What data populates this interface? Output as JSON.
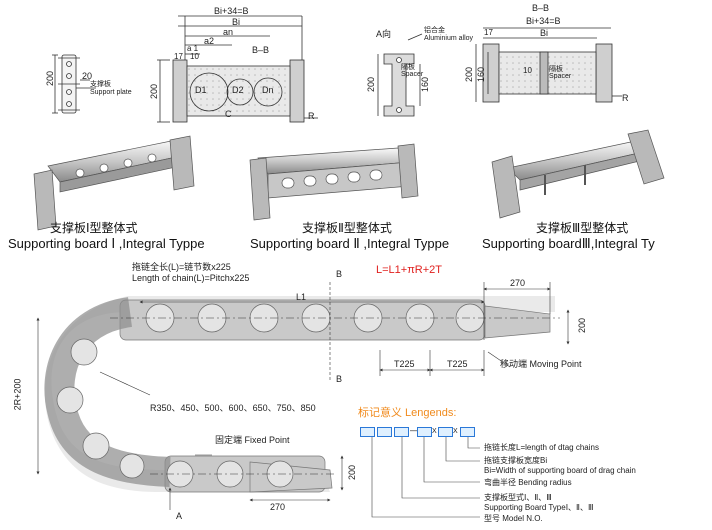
{
  "colors": {
    "formula": "#e0201e",
    "legend_title": "#f08a1c",
    "legend_box": "#2a78d8"
  },
  "top_drawings": {
    "plate": {
      "h": "200",
      "w": "20",
      "cn": "支撑板",
      "en": "Support plate"
    },
    "section": {
      "bi34": "Bi+34=B",
      "bi": "Bi",
      "an": "an",
      "a2": "a2",
      "a1": "a 1",
      "bb": "B–B",
      "d17": "17",
      "d10": "10",
      "h200": "200",
      "d1": "D1",
      "d2": "D2",
      "dn": "Dn",
      "c": "C",
      "r": "R"
    },
    "profile": {
      "a_dir": "A向",
      "alloy_cn": "铝合金",
      "alloy_en": "Aluminium alloy",
      "h200": "200",
      "h160": "160",
      "sp_cn": "隔板",
      "sp_en": "Spacer"
    },
    "bb_section": {
      "bb": "B–B",
      "bi34": "Bi+34=B",
      "d17": "17",
      "bi": "Bi",
      "h200": "200",
      "h160": "160",
      "d10": "10",
      "sp_cn": "隔板",
      "sp_en": "Spacer",
      "r": "R"
    }
  },
  "products": [
    {
      "cn": "支撑板Ⅰ型整体式",
      "en": "Supporting board Ⅰ ,Integral Typpe"
    },
    {
      "cn": "支撑板Ⅱ型整体式",
      "en": "Supporting board Ⅱ ,Integral Typpe"
    },
    {
      "cn": "支撑板Ⅲ型整体式",
      "en": "Supporting boardⅢ,Integral Ty"
    }
  ],
  "chain": {
    "length_cn": "拖链全长(L)=链节数x225",
    "length_en": "Length of chain(L)=Pitchx225",
    "formula": "L=L1+πR+2T",
    "b_top": "B",
    "b_bottom": "B",
    "l1": "L1",
    "d270_top": "270",
    "d200_right": "200",
    "t1": "T225",
    "t2": "T225",
    "moving_point": "移动端 Moving Point",
    "height": "2R+200",
    "radii": "R350、450、500、600、650、750、850",
    "fixed_point": "固定端 Fixed Point",
    "d200_bottom": "200",
    "d270_bottom": "270",
    "a": "A"
  },
  "legend": {
    "title": "标记意义 Lengends:",
    "dash": "—",
    "x1": "X",
    "x2": "X",
    "items": [
      {
        "cn": "拖链长度L=length of dtag chains"
      },
      {
        "cn": "拖链支撑板宽度Bi",
        "en": "Bi=Width of supporting board of drag chain"
      },
      {
        "cn": "弯曲半径 Bending radius"
      },
      {
        "cn": "支撑板型式Ⅰ、Ⅱ、Ⅲ",
        "en": "Supporting Board TypeⅠ、Ⅱ、Ⅲ"
      },
      {
        "cn": "型号 Model N.O."
      }
    ]
  }
}
